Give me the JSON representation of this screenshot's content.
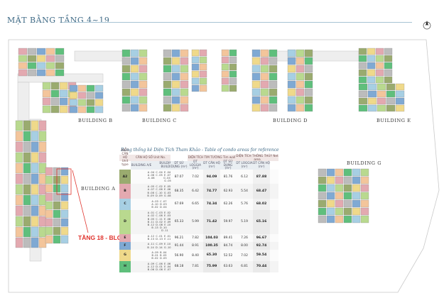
{
  "title": "MẶT BẰNG TẦNG 4~19",
  "compass_letter": "N",
  "buildings": {
    "a": "BUILDING A",
    "b": "BUILDING B",
    "c": "BUILDING C",
    "d": "BUILDING D",
    "e": "BUILDING E",
    "g": "BUILDING G"
  },
  "callout": "TẦNG 18 - BLOCK A",
  "colors": {
    "outline": "#c5c5c5",
    "callout": "#e0322c",
    "olive": "#9aab6f",
    "pink": "#e3a9b0",
    "blue": "#7fa9d3",
    "green": "#5fbf7c",
    "lightgreen": "#b9d98f",
    "yellow": "#efd98a",
    "gray": "#bcbcbc",
    "peach": "#f3c59b",
    "lightblue": "#a7cfe3"
  },
  "table": {
    "title": "Bảng thống kê Diện Tích Tham Khảo - Table of condo areas for reference",
    "header": {
      "type": "KIỂU CĂN HỘ Unit type",
      "unit_no": "CĂN HỘ SỐ Unit No.",
      "building_ab": "BUILDING A/E",
      "building_cd": "BUILDING C/D BUILDING G",
      "area_wall": "DIỆN TÍCH TIM TƯỜNG Tim wall",
      "area_clear": "DIỆN TÍCH THÔNG THỦY Net area",
      "sub": [
        "DT SỬ DỤNG (m²)",
        "DT LOGGIA (m²)",
        "DT CĂN HỘ (m²)",
        "DT SỬ DỤNG (m²)",
        "DT LOGGIA (m²)",
        "DT CĂN HỘ (m²)"
      ]
    },
    "rows": [
      {
        "type": "A2",
        "codes": [
          "A .04  C .04  E .04",
          "A .06  C .05  E .07",
          "A .08           G .04",
          "                     G .05"
        ],
        "values": [
          "87.07",
          "7.02",
          "94.09",
          "81.76",
          "6.12",
          "87.88"
        ],
        "color": "#9aab6f"
      },
      {
        "type": "B",
        "codes": [
          "A .05  C .02  E .05",
          "A .07  C .06  E .06",
          "B .08  C .10  G .03",
          "B .09  D .09  G .08"
        ],
        "values": [
          "68.35",
          "6.42",
          "74.77",
          "62.93",
          "5.54",
          "68.47"
        ],
        "color": "#e3a9b0"
      },
      {
        "type": "C",
        "codes": [
          "A .03  C .07",
          "A .10  D .03",
          "B .02  D .04"
        ],
        "values": [
          "67.69",
          "6.65",
          "74.34",
          "62.26",
          "5.76",
          "68.02"
        ],
        "color": "#a7cfe3"
      },
      {
        "type": "D",
        "codes": [
          "A .01  C .03  E .02",
          "A .02  C .08  E .03",
          "B .05  C .11  E .08",
          "B .11  D .02  E .09",
          "B .12  D .08  E .10",
          "B .13  D .10",
          "              D .11"
        ],
        "values": [
          "65.33",
          "5.99",
          "71.42",
          "59.97",
          "5.19",
          "65.16"
        ],
        "color": "#b9d98f"
      },
      {
        "type": "E",
        "codes": [
          "A .12  C .01  E .01",
          "B .13  D .13  E .11"
        ],
        "values": [
          "96.21",
          "7.82",
          "104.03",
          "89.41",
          "7.26",
          "96.67"
        ],
        "color": "#e3a9b0"
      },
      {
        "type": "F",
        "codes": [
          "A .11  C .09  E .10",
          "B .14  D .14  G .10"
        ],
        "values": [
          "91.44",
          "8.91",
          "100.35",
          "84.74",
          "8.00",
          "92.74"
        ],
        "color": "#7fa9d3"
      },
      {
        "type": "G",
        "codes": [
          "A .09  B .04",
          "B .01  B .03",
          "B .02  D .05"
        ],
        "values": [
          "56.90",
          "8.40",
          "65.30",
          "52.52",
          "7.02",
          "59.54"
        ],
        "color": "#efd98a"
      },
      {
        "type": "H",
        "codes": [
          "A .09  C .06  E .06",
          "A .12  D .01  E .04",
          "B .06  D .06  E .07"
        ],
        "values": [
          "68.18",
          "7.81",
          "75.99",
          "63.63",
          "6.81",
          "70.44"
        ],
        "color": "#5fbf7c"
      }
    ]
  }
}
